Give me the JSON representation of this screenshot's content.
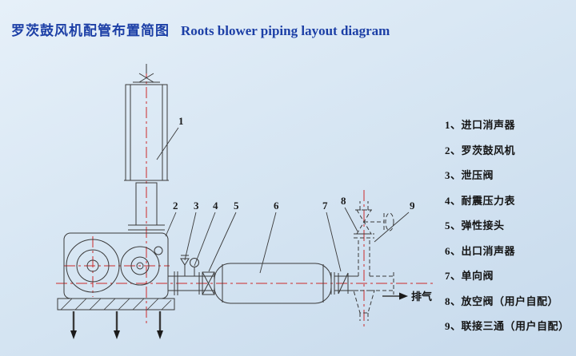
{
  "title": {
    "zh": "罗茨鼓风机配管布置简图",
    "en": "Roots blower piping layout diagram"
  },
  "legend": {
    "items": [
      "1、进口消声器",
      "2、罗茨鼓风机",
      "3、泄压阀",
      "4、耐震压力表",
      "5、弹性接头",
      "6、出口消声器",
      "7、单向阀",
      "8、放空阀（用户自配）",
      "9、联接三通（用户自配）"
    ]
  },
  "diagram": {
    "labels": {
      "n1": "1",
      "n2": "2",
      "n3": "3",
      "n4": "4",
      "n5": "5",
      "n6": "6",
      "n7": "7",
      "n8": "8",
      "n9": "9"
    },
    "exhaust_label": "排气"
  },
  "colors": {
    "title_blue": "#1c3fa6",
    "centerline_red": "#cc2a2a",
    "line": "#3a3a3a"
  }
}
